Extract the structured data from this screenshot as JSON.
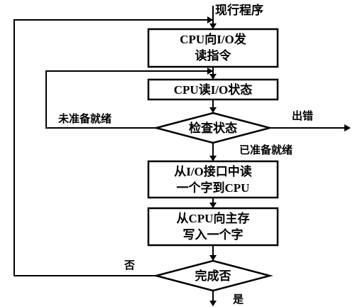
{
  "flowchart": {
    "start_label": "现行程序",
    "step_send_command": [
      "CPU向I/O发",
      "读指令"
    ],
    "step_read_status": "CPU读I/O状态",
    "decision_check_status": "检查状态",
    "branch_not_ready": "未准备就绪",
    "branch_error": "出错",
    "branch_ready": "已准备就绪",
    "step_read_word": [
      "从I/O接口中读",
      "一个字到CPU"
    ],
    "step_write_memory": [
      "从CPU向主存",
      "写入一个字"
    ],
    "decision_done": "完成否",
    "branch_no": "否",
    "branch_yes": "是"
  }
}
